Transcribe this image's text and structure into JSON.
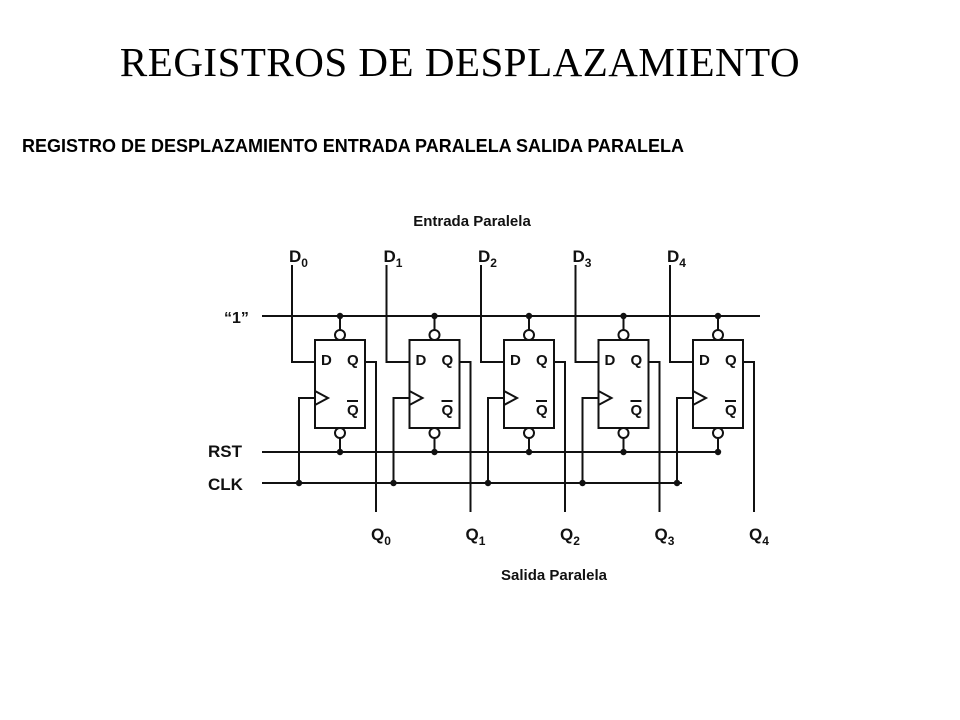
{
  "title": "REGISTROS DE DESPLAZAMIENTO",
  "subtitle": "REGISTRO DE DESPLAZAMIENTO ENTRADA PARALELA SALIDA PARALELA",
  "diagram": {
    "input_group_label": "Entrada Paralela",
    "output_group_label": "Salida Paralela",
    "signals": {
      "one": "“1”",
      "rst": "RST",
      "clk": "CLK"
    },
    "flipflop": {
      "d_pin": "D",
      "q_pin": "Q",
      "qbar_pin": "Q"
    },
    "stages": [
      {
        "input": "D",
        "input_sub": "0",
        "output": "Q",
        "output_sub": "0"
      },
      {
        "input": "D",
        "input_sub": "1",
        "output": "Q",
        "output_sub": "1"
      },
      {
        "input": "D",
        "input_sub": "2",
        "output": "Q",
        "output_sub": "2"
      },
      {
        "input": "D",
        "input_sub": "3",
        "output": "Q",
        "output_sub": "3"
      },
      {
        "input": "D",
        "input_sub": "4",
        "output": "Q",
        "output_sub": "4"
      }
    ]
  }
}
